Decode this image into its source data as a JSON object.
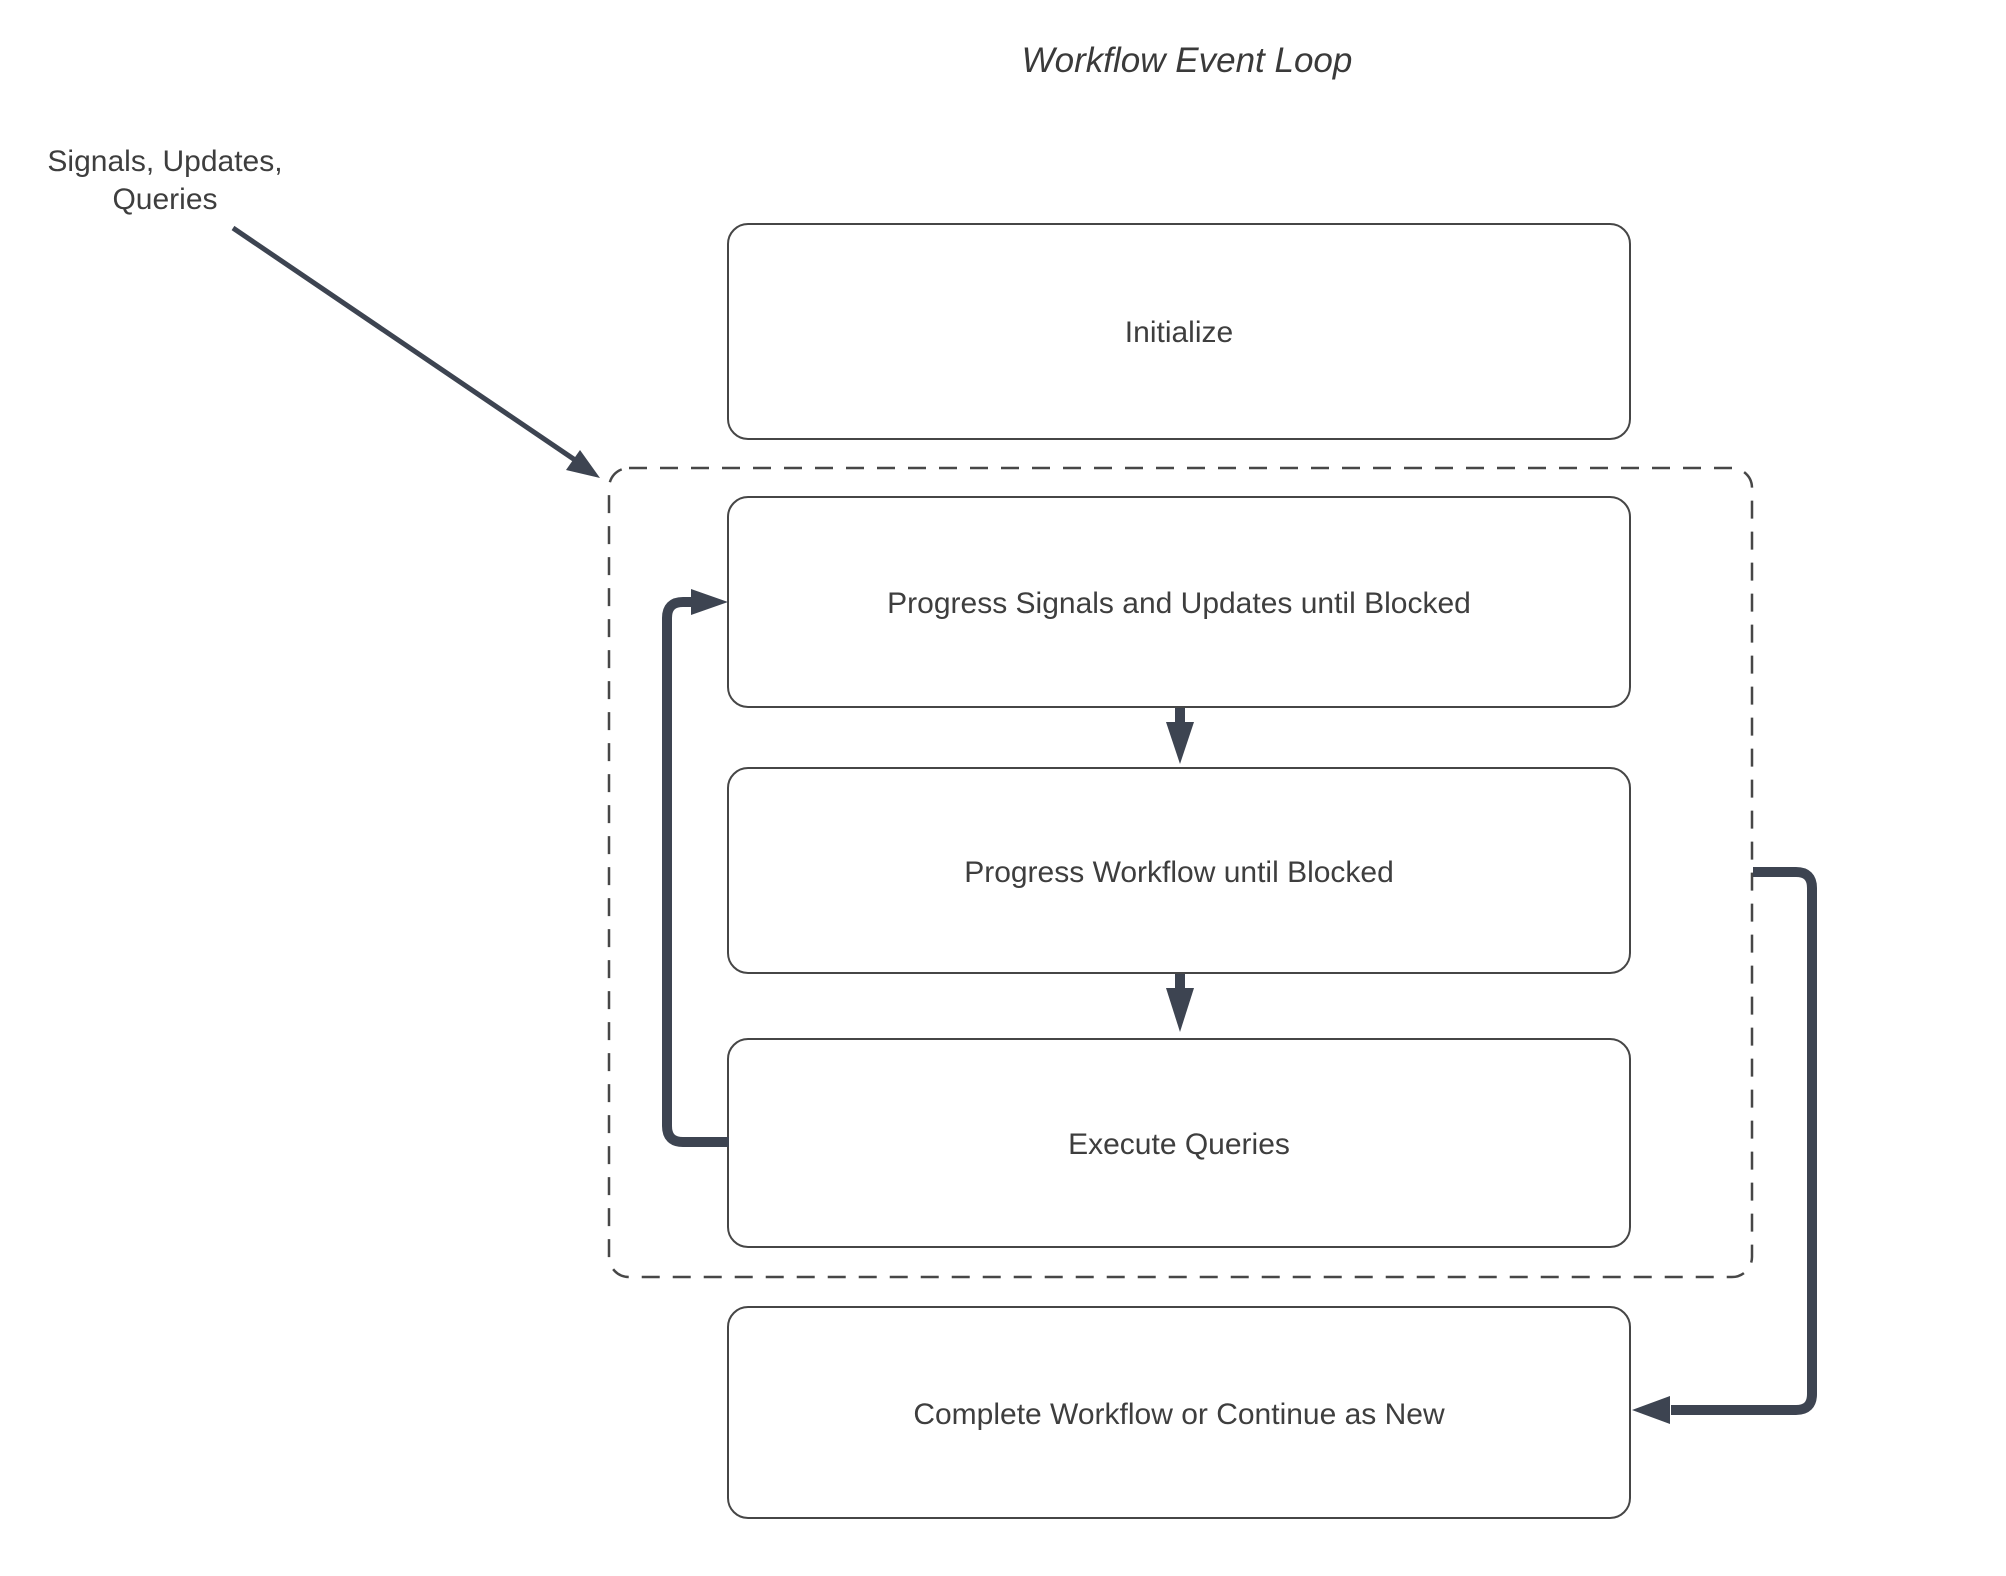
{
  "diagram": {
    "title": "Workflow Event Loop",
    "input_annotation": {
      "line1": "Signals, Updates,",
      "line2": "Queries"
    },
    "nodes": {
      "initialize": {
        "label": "Initialize"
      },
      "progress_signals": {
        "label": "Progress Signals and Updates until Blocked"
      },
      "progress_workflow": {
        "label": "Progress Workflow until Blocked"
      },
      "execute_queries": {
        "label": "Execute Queries"
      },
      "complete_workflow": {
        "label": "Complete Workflow or Continue as New"
      }
    },
    "edges": {
      "signals_to_loop": "annotation arrow into event loop group",
      "signals_to_workflow": "progress signals to progress workflow",
      "workflow_to_queries": "progress workflow to execute queries",
      "queries_loop_back": "execute queries loop back to progress signals",
      "loop_to_complete": "event loop group to complete workflow"
    },
    "colors": {
      "background": "#ffffff",
      "connector": "#3d4451",
      "node_border": "#464646",
      "text": "#3e3e3e"
    }
  }
}
